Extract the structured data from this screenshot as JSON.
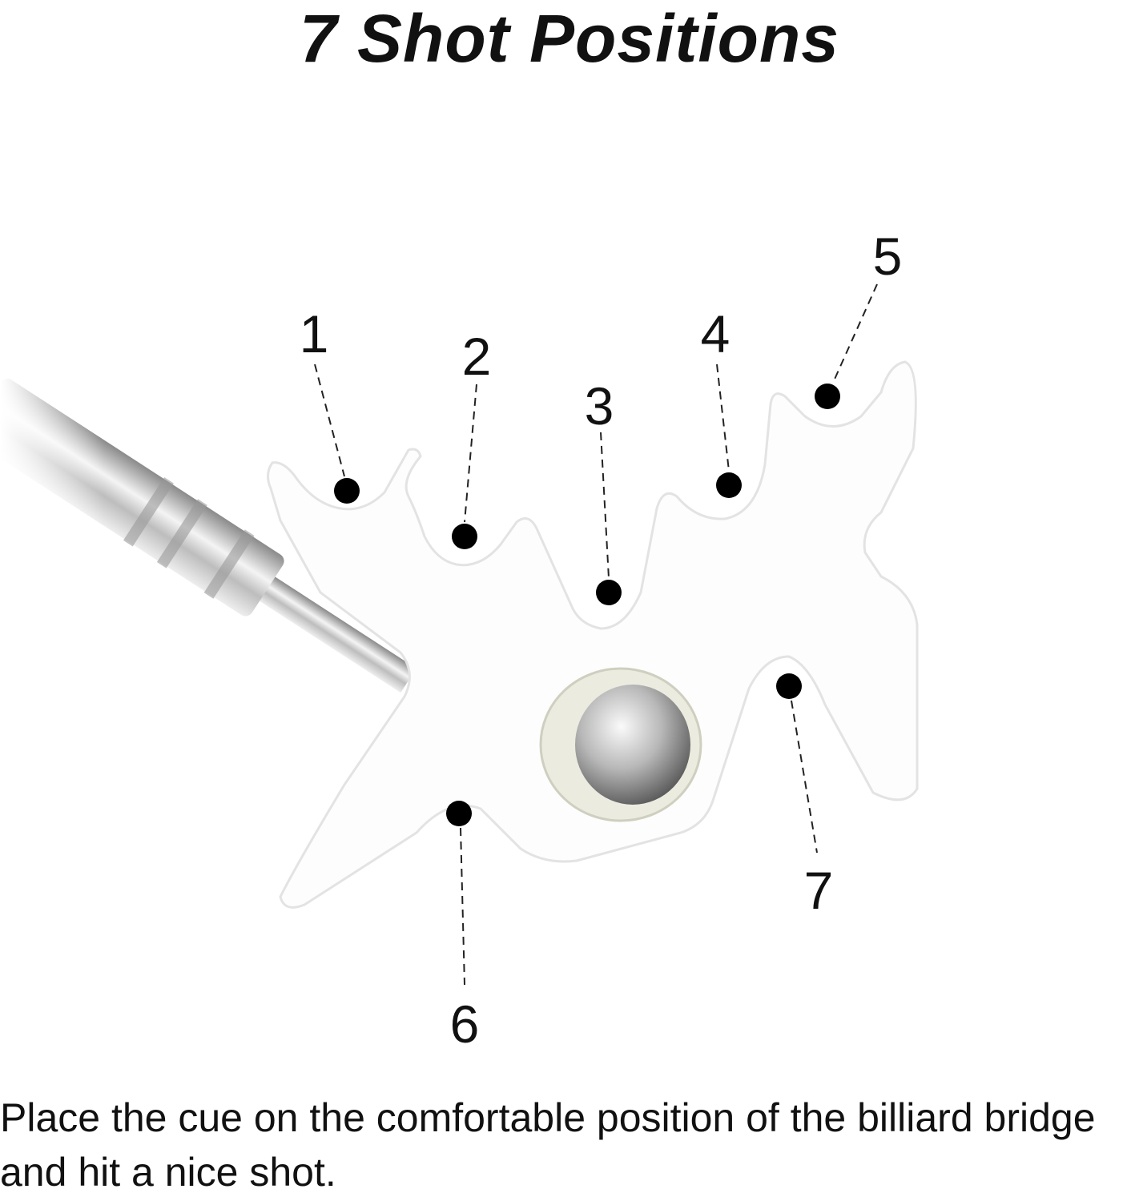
{
  "title": "7 Shot Positions",
  "positions": [
    {
      "label": "1"
    },
    {
      "label": "2"
    },
    {
      "label": "3"
    },
    {
      "label": "4"
    },
    {
      "label": "5"
    },
    {
      "label": "6"
    },
    {
      "label": "7"
    }
  ],
  "caption": "Place the cue on the comfortable position of the billiard bridge and hit a nice shot."
}
